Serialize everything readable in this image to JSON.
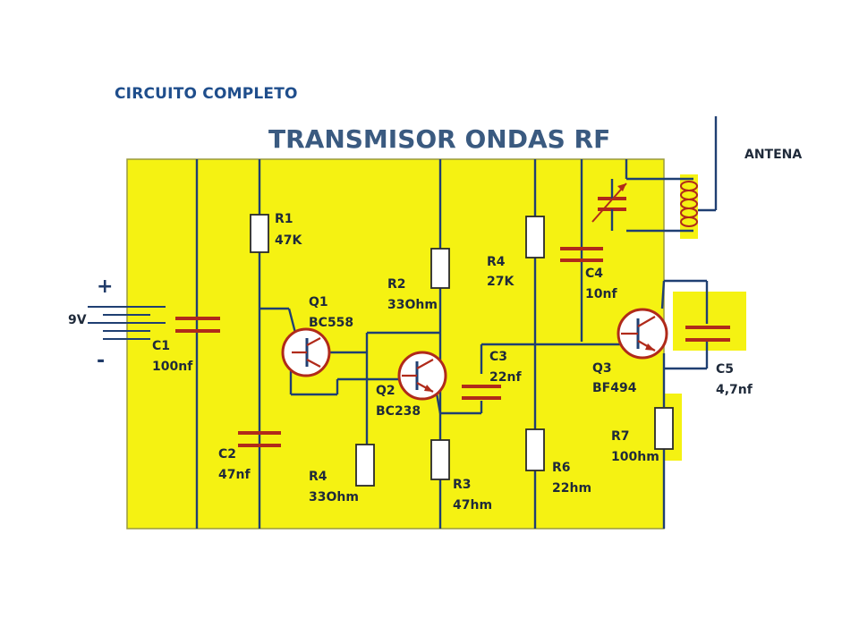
{
  "header": "CIRCUITO COMPLETO",
  "title": "TRANSMISOR ONDAS RF",
  "battery": {
    "voltage": "9V",
    "plus": "+",
    "minus": "-"
  },
  "antenna": "ANTENA",
  "components": {
    "r1": {
      "ref": "R1",
      "value": "47K"
    },
    "r2": {
      "ref": "R2",
      "value": "33Ohm"
    },
    "r3": {
      "ref": "R3",
      "value": "47hm"
    },
    "r4a": {
      "ref": "R4",
      "value": "27K"
    },
    "r4b": {
      "ref": "R4",
      "value": "33Ohm"
    },
    "r6": {
      "ref": "R6",
      "value": "22hm"
    },
    "r7": {
      "ref": "R7",
      "value": "100hm"
    },
    "c1": {
      "ref": "C1",
      "value": "100nf"
    },
    "c2": {
      "ref": "C2",
      "value": "47nf"
    },
    "c3": {
      "ref": "C3",
      "value": "22nf"
    },
    "c4": {
      "ref": "C4",
      "value": "10nf"
    },
    "c5": {
      "ref": "C5",
      "value": "4,7nf"
    },
    "q1": {
      "ref": "Q1",
      "value": "BC558"
    },
    "q2": {
      "ref": "Q2",
      "value": "BC238"
    },
    "q3": {
      "ref": "Q3",
      "value": "BF494"
    }
  },
  "colors": {
    "board": "#f5f212",
    "wire": "#1f3f72",
    "accent": "#b02a1a",
    "title": "#3a5a80"
  }
}
